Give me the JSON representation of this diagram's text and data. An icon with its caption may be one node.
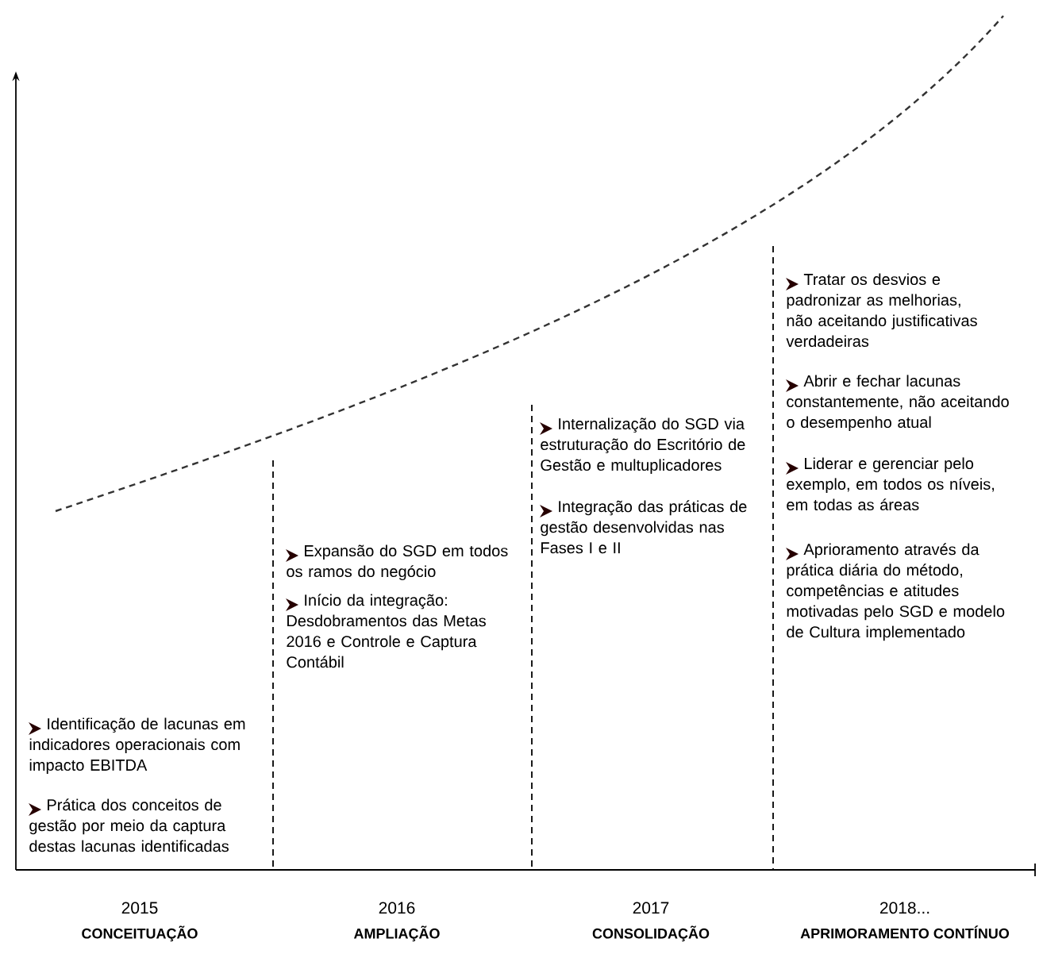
{
  "diagram": {
    "labels": [
      "Identificação de lacunas em indicadores operacionais com impacto EBITDA",
      "Prática dos conceitos de gestão por meio da captura destas lacunas identificadas",
      "Expansão do SGD em todos os ramos do negócio",
      "Início da integração: Desdobramentos das Metas 2016 e Controle e Captura Contábil",
      "Internalização do SGD via estruturação do Escritório de Gestão e multuplicadores",
      "Integração das práticas de gestão desenvolvidas nas Fases I e II",
      "Tratar os desvios e padronizar as melhorias, não aceitando justificativas verdadeiras",
      "Abrir e fechar lacunas constantemente, não aceitando o desempenho atual",
      "Liderar e gerenciar pelo exemplo, em todos os níveis, em todas as áreas",
      "Aprioramento através da prática diária do método, competências e atitudes motivadas pelo SGD e modelo de Cultura implementado",
      "2015",
      "CONCEITUAÇÃO",
      "2016",
      "AMPLIAÇÃO",
      "2017",
      "CONSOLIDAÇÃO",
      "2018...",
      "APRIMORAMENTO CONTÍNUO"
    ]
  }
}
